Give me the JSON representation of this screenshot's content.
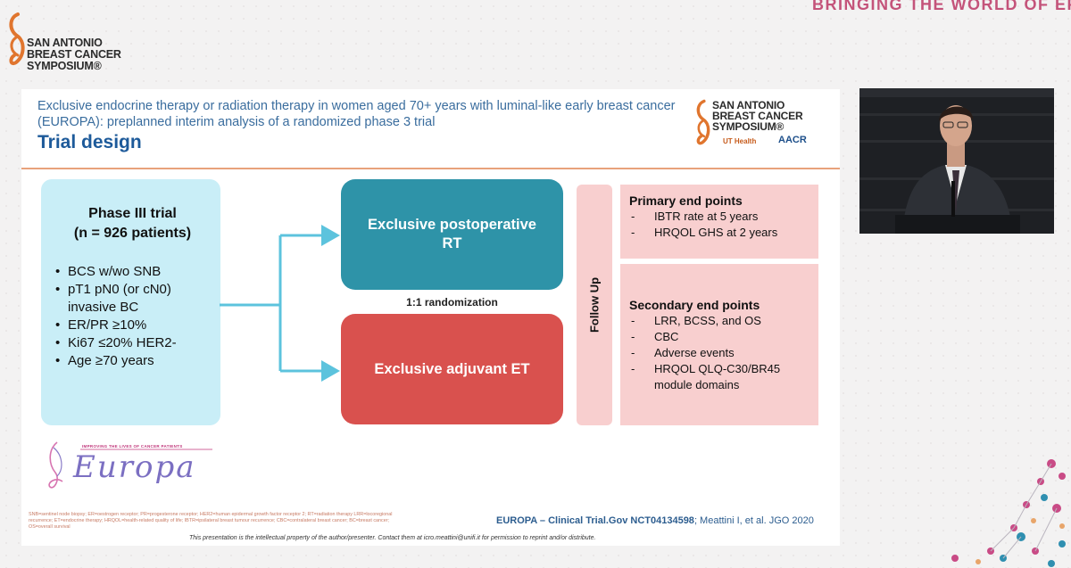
{
  "banner": {
    "text": "BRINGING THE WORLD OF EP TOGETHER"
  },
  "conference_logo": {
    "lines": [
      "SAN ANTONIO",
      "BREAST CANCER",
      "SYMPOSIUM®"
    ]
  },
  "slide": {
    "title": "Exclusive endocrine therapy or radiation therapy in women aged 70+ years with luminal-like early breast cancer (EUROPA): preplanned interim analysis of a randomized phase 3 trial",
    "subtitle": "Trial design",
    "logo": {
      "lines": [
        "SAN ANTONIO",
        "BREAST CANCER",
        "SYMPOSIUM®"
      ],
      "ut_health": "UT Health",
      "aacr": "AACR"
    },
    "phase_box": {
      "title_line1": "Phase III trial",
      "title_line2": "(n = 926 patients)",
      "criteria": [
        "BCS w/wo SNB",
        "pT1 pN0 (or cN0) invasive BC",
        "ER/PR ≥10%",
        "Ki67 ≤20% HER2-",
        "Age ≥70 years"
      ]
    },
    "arms": {
      "rt": "Exclusive postoperative RT",
      "et": "Exclusive adjuvant ET",
      "randomization": "1:1 randomization"
    },
    "follow_up": "Follow Up",
    "primary": {
      "heading": "Primary end points",
      "items": [
        "IBTR rate at 5 years",
        "HRQOL GHS at 2 years"
      ]
    },
    "secondary": {
      "heading": "Secondary end points",
      "items": [
        "LRR, BCSS, and OS",
        "CBC",
        "Adverse events",
        "HRQOL QLQ-C30/BR45 module domains"
      ]
    },
    "europa_logo": {
      "tagline": "IMPROVING THE LIVES OF CANCER PATIENTS",
      "wordmark": "Europa"
    },
    "footnote": "SNB=sentinel node biopsy; ER=oestrogen receptor; PR=progesterone receptor; HER2=human epidermal growth factor receptor 2; RT=radiation therapy LRR=locoregional recurrence; ET=endocrine therapy; HRQOL=health-related quality of life; IBTR=ipsilateral breast tumour recurrence; CBC=contralateral breast cancer; BC=breast cancer; OS=overall survival",
    "citation": {
      "bold": "EUROPA – Clinical Trial.Gov NCT04134598",
      "rest": "; Meattini I, et al. JGO 2020"
    },
    "ip_notice": "This presentation is the intellectual property of the author/presenter. Contact them at icro.meattini@unifi.it for permission to reprint and/or distribute."
  },
  "colors": {
    "title_blue": "#3a6d9e",
    "rt_teal": "#2e93a8",
    "et_red": "#d9514e",
    "phase_cyan": "#c9eef7",
    "endpoint_pink": "#f8cfcf",
    "divider_orange": "#e8a27b"
  }
}
